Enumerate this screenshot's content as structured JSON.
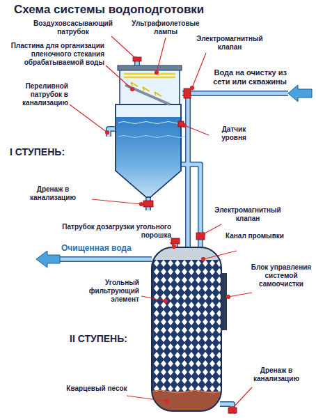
{
  "diagram": {
    "title": "Схема системы водоподготовки",
    "labels": [
      "Воздуховсасывающий патрубок",
      "Ультрафиолетовые лампы",
      "Электромагнитный клапан",
      "Пластина для организации пленочного стекания обрабатываемой воды",
      "Вода на очистку из сети или скважины",
      "Переливной патрубок в канализацию",
      "Датчик уровня",
      "I СТУПЕНЬ:",
      "Дренаж в канализацию",
      "Электромагнитный клапан",
      "Патрубок дозагрузки угольного порошка",
      "Канал промывки",
      "Очищенная вода",
      "Блок управления системой самоочистки",
      "Угольный фильтрующий элемент",
      "II СТУПЕНЬ:",
      "Кварцевый песок",
      "Дренаж в канализацию"
    ]
  }
}
